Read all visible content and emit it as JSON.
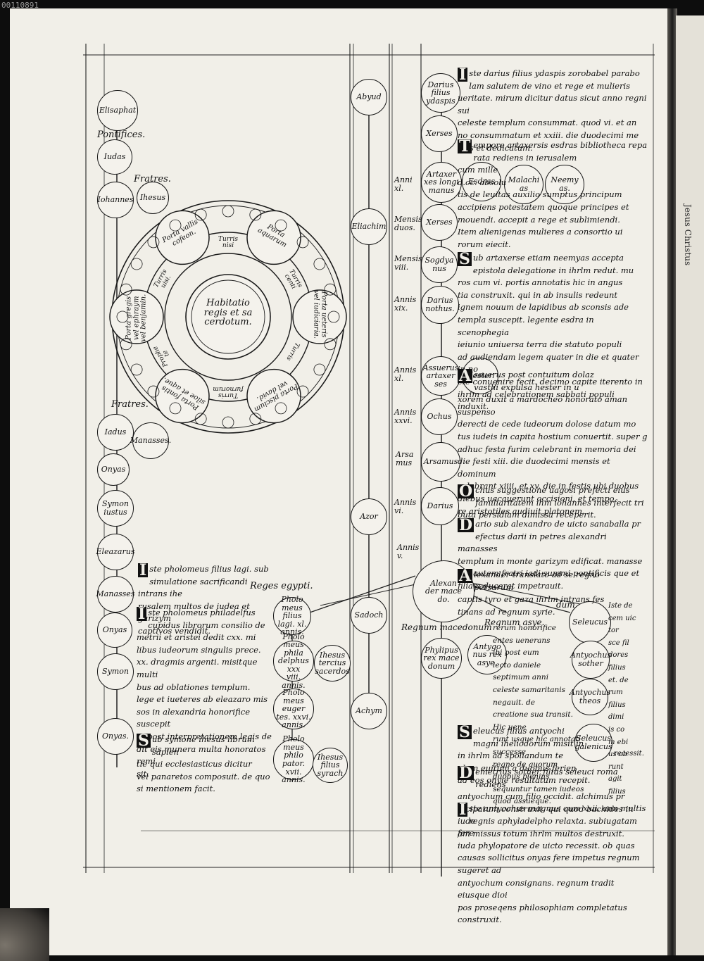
{
  "archive_number": "00110891",
  "right_page_tab": "Jesus Christus",
  "heading_pontifices": "Pontifices.",
  "heading_fratres_top": "Fratres.",
  "heading_fratres_bottom": "Fratres.",
  "heading_reges_egypti": "Reges egypti.",
  "heading_regnum_macedonum": "Regnum macedonum",
  "heading_regnum_asye": "Regnum asye.",
  "label_dum": "dum",
  "left_column_nodes": [
    {
      "id": "elisaphat",
      "text": "Elisaphat"
    },
    {
      "id": "iudas",
      "text": "Iudas"
    },
    {
      "id": "iohannes",
      "text": "Iohannes"
    },
    {
      "id": "ihesus",
      "text": "Ihesus"
    },
    {
      "id": "iadus",
      "text": "Iadus"
    },
    {
      "id": "manasses1",
      "text": "Manasses."
    },
    {
      "id": "onyas1",
      "text": "Onyas"
    },
    {
      "id": "symon1",
      "text": "Symon\niustus"
    },
    {
      "id": "eleazarus",
      "text": "Eleazarus"
    },
    {
      "id": "manasses2",
      "text": "Manasses"
    },
    {
      "id": "onyas2",
      "text": "Onyas"
    },
    {
      "id": "symon2",
      "text": "Symon"
    },
    {
      "id": "onyas3",
      "text": "Onyas."
    }
  ],
  "wheel": {
    "center": "Habitatio\nregis et sa\ncerdotum.",
    "segments": [
      {
        "id": "s1",
        "text": "Porta\naquarum"
      },
      {
        "id": "s2",
        "text": "Porta ueteris\nvel iudiciaria."
      },
      {
        "id": "s3",
        "text": "Porta piscium\nvel david."
      },
      {
        "id": "s4",
        "text": "Porta fontis\nsiloe et aque."
      },
      {
        "id": "s5",
        "text": "Porta gregis\nvel ephraym\nvel benjamin."
      },
      {
        "id": "s6",
        "text": "Porta vallis\ncofeon."
      }
    ],
    "inner": [
      {
        "id": "i1",
        "text": "Turris\ncenti"
      },
      {
        "id": "i2",
        "text": "Turris"
      },
      {
        "id": "i3",
        "text": "Turris\nfurnorum"
      },
      {
        "id": "i4",
        "text": "Prophe\nte"
      },
      {
        "id": "i5",
        "text": "Turris\nuisi."
      },
      {
        "id": "i6",
        "text": "Turris\nnisi"
      }
    ]
  },
  "middle_nodes": [
    {
      "id": "pt1",
      "text": "Pholo\nmeus filius\nlagi. xl. annis."
    },
    {
      "id": "pt2",
      "text": "Pholo\nmeus phila\ndelphus xxx\nviii. annis."
    },
    {
      "id": "pt3",
      "text": "Pholo\nmeus euger\ntes. xxvi.\nannis."
    },
    {
      "id": "pt4",
      "text": "Pholo\nmeus philo\npator. xvii.\nannis."
    },
    {
      "id": "ihesus_s",
      "text": "Ihesus\nfilius\nsyrach"
    },
    {
      "id": "ihesus_t",
      "text": "Ihesus\ntercius\nsacerdos"
    }
  ],
  "left_texts": [
    {
      "id": "ptolomeus1",
      "drop": "I",
      "text": "ste pholomeus filius lagi. sub\nsimulatione sacrificandi intrans ihe\nrusalem multos de iudea et garizym\ncaptivos vendidit."
    },
    {
      "id": "ptolomeus2",
      "drop": "I",
      "text": "ste pholomeus philadelfus\ncupidus librorum consilio de\nmetrii et aristei dedit cxx. mi\nlibus iudeorum singulis prece.\nxx. dragmis argenti. misitque multi\nbus ad oblationes templum.\nlege et iueteres ab eleazaro mis\nsos in alexandria honorifice suscepit\net post interpretationem legis de\ndit eis munera multa honoratos remi\nsit."
    },
    {
      "id": "symone",
      "drop": "S",
      "text": "ub symone ihesus librum sapien\ntie qui ecclesiasticus dicitur\nvel panaretos composuit. de quo\nsi mentionem facit."
    }
  ],
  "far_middle_nodes": [
    {
      "id": "abyud",
      "text": "Abyud"
    },
    {
      "id": "eliachim",
      "text": "Eliachim"
    },
    {
      "id": "azor",
      "text": "Azor"
    },
    {
      "id": "sadoch",
      "text": "Sadoch"
    },
    {
      "id": "achym",
      "text": "Achym"
    }
  ],
  "right_nodes": [
    {
      "id": "darius_yd",
      "text": "Darius filius\nydaspis"
    },
    {
      "id": "xerses1",
      "text": "Xerses"
    },
    {
      "id": "artaxerses_lm",
      "text": "Artaxer\nxes longi\nmanus"
    },
    {
      "id": "esdras",
      "text": "Esdras"
    },
    {
      "id": "malachias",
      "text": "Malachi\nas"
    },
    {
      "id": "neemyas",
      "text": "Neemy\nas."
    },
    {
      "id": "xerses2",
      "text": "Xerses"
    },
    {
      "id": "sogdyanus",
      "text": "Sogdya\nnus"
    },
    {
      "id": "darius_n",
      "text": "Darius\nnothus."
    },
    {
      "id": "assuerus",
      "text": "Assuerus\nartaxer\nses"
    },
    {
      "id": "hester",
      "text": "Hester."
    },
    {
      "id": "ochus",
      "text": "Ochus"
    },
    {
      "id": "arsamus",
      "text": "Arsamus"
    },
    {
      "id": "darius_l",
      "text": "Darius"
    },
    {
      "id": "alexander",
      "text": "Alexan\nder mace\ndo."
    },
    {
      "id": "phylipus",
      "text": "Phylipus\nrex mace\ndonum"
    },
    {
      "id": "antygonus",
      "text": "Antygo\nnus rex\nasye."
    },
    {
      "id": "seleucus",
      "text": "Seleucus"
    },
    {
      "id": "antyochus_s",
      "text": "Antyochus\nsother"
    },
    {
      "id": "antyochus_t",
      "text": "Antyochus\ntheos"
    },
    {
      "id": "seleucus_g",
      "text": "Seleucus\ngalenicus"
    }
  ],
  "annos": [
    {
      "id": "a1",
      "text": "Anni\nxl."
    },
    {
      "id": "a2",
      "text": "Mensis\nduos."
    },
    {
      "id": "a3",
      "text": "Mensis\nviii."
    },
    {
      "id": "a4",
      "text": "Annis\nxix."
    },
    {
      "id": "a5",
      "text": "Annis\nxl."
    },
    {
      "id": "a6",
      "text": "Annis\nxxvi."
    },
    {
      "id": "a7",
      "text": "Arsa\nmus"
    },
    {
      "id": "a8",
      "text": "Annis\nvi."
    },
    {
      "id": "a9",
      "text": "Annis\nv."
    }
  ],
  "right_texts": [
    {
      "id": "r1",
      "drop": "I",
      "text": "ste darius filius ydaspis zorobabel parabo\nlam salutem de vino et rege et mulieris\nueritate. mirum dicitur datus sicut anno regni sui\nceleste templum consummat. quod vi. et an\nno consummatum et xxiii. die duodecimi me\nnsis et dedicatum."
    },
    {
      "id": "r2",
      "drop": "T",
      "text": "empore artaxersis esdras bibliotheca repa\nrata rediens in ierusalem\ncum mille\nd.cc. absolu\ntis de leuitas auxilio sumptus principum\naccipiens potestatem quoque principes et\nmouendi. accepit a rege et sublimiendi.\nItem alienigenas mulieres a consortio ui\nrorum eiecit."
    },
    {
      "id": "r3",
      "drop": "S",
      "text": "ub artaxerse etiam neemyas accepta\nepistola delegatione in ihrlm redut. mu\nros cum vi. portis annotatis hic in angus\ntia construxit. qui in ab insulis redeunt\nignem nouum de lapidibus ab sconsis ade\ntempla suscepit. legente esdra in scenophegia\nieiunio uniuersa terra die statuto populi\nad audiendam legem quater in die et quater in no\ncte conuenire fecit. decimo capite iterento in\nihrlm ad celebrationem sabbati populi\ninduxit."
    },
    {
      "id": "r4",
      "drop": "A",
      "text": "ssuerus post contuitum dolaz\nvasthi expulsa hester in u\nxorem duxit a mardocheo honorato aman suspenso\nderecti de cede iudeorum dolose datum mo\ntus iudeis in capita hostium conuertit. super g\nadhuc festa furim celebrant in memoria dei\ndie festi xiii. die duodecimi mensis et dominum\ncelebrant xiiii. et xv. die in festis ubi duobus\ndiebus uacauerunt occisioni. et tempo\nre aristotiles audiuit platonem."
    },
    {
      "id": "r5",
      "drop": "O",
      "text": "chus suggestione uagosi prefecti eius\nfamiliaritatem ihm iohannes interfecit tri\nbuta persidiam dimissa receperit."
    },
    {
      "id": "r6",
      "drop": "D",
      "text": "ario sub alexandro de uicto sanaballa pr\nefectus darii in petres alexandri manasses\ntemplum in monte garizym edificat. manasse\nqui autem fratri iadi summi pontificis que et\nfiliam ducerat impetrauit."
    },
    {
      "id": "r7",
      "drop": "A",
      "text": "lexander translato ad se regno persarum\ncaptis tyro et gaza ihrlm intrans fes\ntinans ad regnum syrie."
    },
    {
      "id": "r8",
      "drop": "",
      "text": "rerum honorifice\nentes uenerans\nibi post eum\nlecto daniele\nseptimum anni\nceleste samaritanis negauit. de\ncreatione sua transit. Hic uene\nrunt usque hic annotati successe\nregno de quorum duobus plenius\nsequuntur tamen iudeos quod assueque."
    },
    {
      "id": "r9",
      "drop": "S",
      "text": "eleucus filius antyochi\nmagni iheliodorum misit in\nin ihrlm ad spoliandum te\nplum euitum a duobus ferien\nad eos onyie resultatum recepit."
    },
    {
      "id": "r10",
      "drop": "D",
      "text": "emetrius sother filius seleuci roma rediens\nantyochum cum filio occidit. alchimus pr\nincipatum construxit. qui quod bachides in iude\nam missus totum ihrlm multos destruxit."
    },
    {
      "id": "r11",
      "drop": "I",
      "text": "ste antyochus magnus cum xxii. ann multis\nregnis aphyladelpho relaxta. subiugatam fere\niuda phylopatore de uicto recessit. ob quas\ncausas sollicitus onyas fere impetus regnum sugeret ad\nantyochum consignans. regnum tradit eiusque dioi\npos proseqens philosophiam completatus construxit."
    }
  ],
  "right_margin_texts": [
    {
      "id": "m1",
      "text": "Iste de\ncem uic\ntor\nsce fil\ndores\nfilius\net. de\nrum\nfilius\ndimi\nis co\nm ebi\nus ob\nrunt\nagit\nfilius"
    },
    {
      "id": "m2",
      "text": "recessit."
    }
  ]
}
